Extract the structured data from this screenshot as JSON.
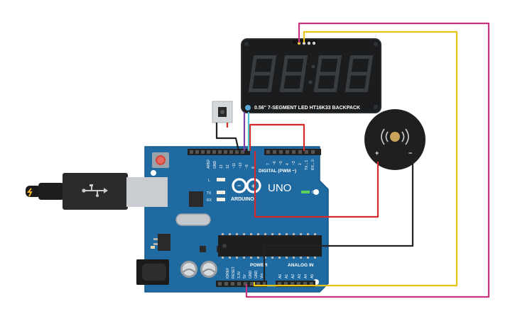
{
  "display": {
    "digits": [
      "8",
      "8",
      "8",
      "8"
    ],
    "label": "0.56\" 7-SEGMENT LED HT16K33 BACKPACK",
    "segment_color": "#3a3d40",
    "body_color": "#1a1c1e"
  },
  "buzzer": {
    "plus_label": "+",
    "minus_label": "−"
  },
  "arduino": {
    "logo_text": "ARDUINO",
    "model_text": "UNO",
    "digital_label": "DIGITAL (PWM ~)",
    "power_label": "POWER",
    "analog_label": "ANALOG IN",
    "on_label": "ON",
    "led_labels": [
      "L",
      "TX",
      "RX"
    ],
    "digital_pins": [
      "AREF",
      "GND",
      "13",
      "12",
      "~11",
      "~10",
      "~9",
      "8",
      "7",
      "~6",
      "~5",
      "4",
      "~3",
      "2",
      "TX→1",
      "RX←0"
    ],
    "power_pins": [
      "IOREF",
      "RESET",
      "3.3V",
      "5V",
      "GND",
      "GND",
      "Vin"
    ],
    "analog_pins": [
      "A0",
      "A1",
      "A2",
      "A3",
      "A4",
      "A5"
    ],
    "board_color": "#1f6aa0"
  },
  "wires": {
    "magenta": "#c8347f",
    "yellow": "#e8c51a",
    "red": "#d42a2a",
    "black": "#222222",
    "cyan": "#4fc3d6",
    "purple": "#7b3fa8"
  }
}
